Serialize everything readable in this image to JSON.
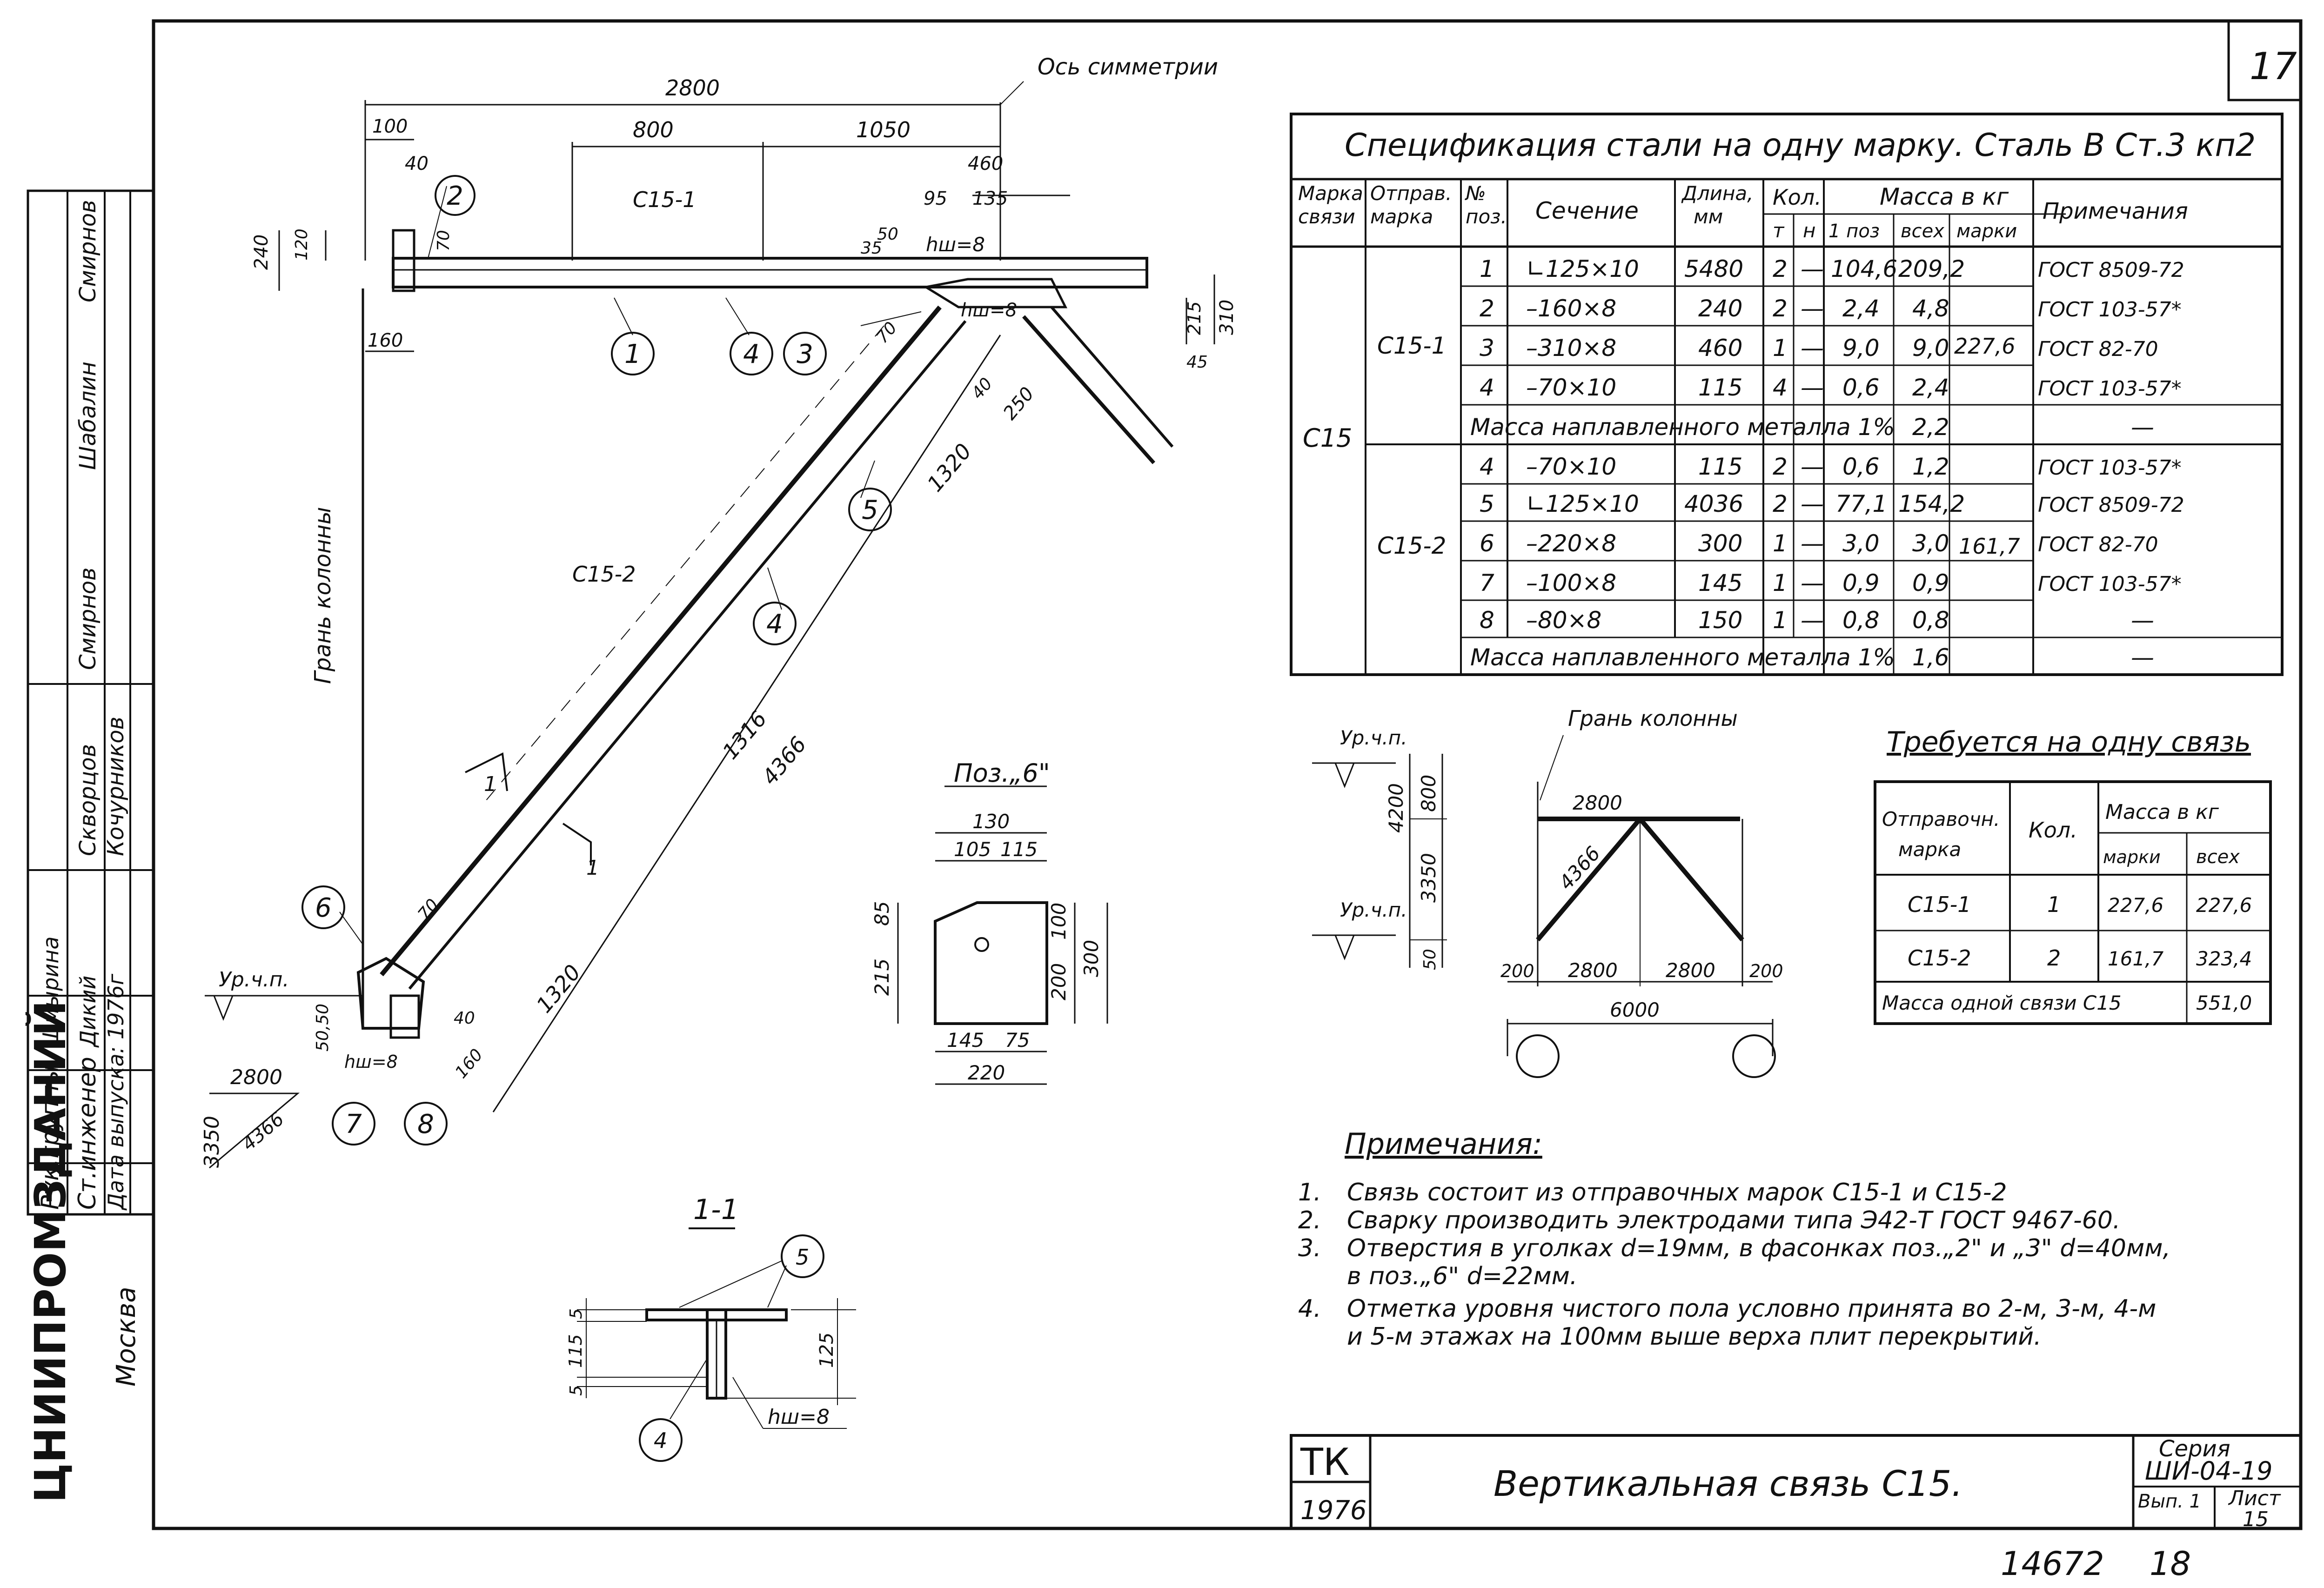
{
  "sheet": {
    "page_number": "17",
    "org": "ЦНИИПРОМЗДАНИЙ",
    "city": "Москва",
    "bottom_number": "14672",
    "bottom_number2": "18",
    "tk": "ТК",
    "year": "1976",
    "title": "Вертикальная связь С15.",
    "series_label": "Серия",
    "series_value": "ШИ-04-19",
    "issue": "Вып. 1",
    "list_label": "Лист",
    "list_value": "15",
    "left_stamp": {
      "r1_role": "Рук.группы",
      "r1_sign": "Шмырина",
      "r2_role": "Ст.инженер",
      "r2_sign": "Дикий",
      "r3_role": "Дата выпуска: 1976г",
      "col_a1": "Скворцов",
      "col_a2": "Кочурников",
      "col_b": "Смирнов",
      "col_c": "Шабалин",
      "col_d": "Смирнов"
    }
  },
  "drawing": {
    "axis_symmetry": "Ось симметрии",
    "column_face": "Грань колонны",
    "floor_level": "Ур.ч.п.",
    "mark_c15_1": "С15-1",
    "mark_c15_2": "С15-2",
    "hw": "hш=8",
    "cut_mark": "1",
    "dims": {
      "d2800": "2800",
      "d100": "100",
      "d40": "40",
      "d800": "800",
      "d1050": "1050",
      "d460": "460",
      "d95": "95",
      "d135": "135",
      "d35": "35",
      "d50": "50",
      "d240": "240",
      "d120": "120",
      "d70": "70",
      "d160": "160",
      "d215": "215",
      "d310": "310",
      "d45": "45",
      "d250": "250",
      "d1320": "1320",
      "d1316": "1316",
      "d4366": "4366",
      "d3350": "3350",
      "d5050": "50,50"
    },
    "positions": [
      "1",
      "2",
      "3",
      "4",
      "5",
      "6",
      "7",
      "8"
    ]
  },
  "pos6": {
    "title": "Поз.„6\"",
    "d130": "130",
    "d105": "105",
    "d115": "115",
    "d85": "85",
    "d215": "215",
    "d100": "100",
    "d200": "200",
    "d300": "300",
    "d145": "145",
    "d75": "75",
    "d220": "220"
  },
  "section11": {
    "title": "1-1",
    "pos5": "5",
    "pos4": "4",
    "d5a": "5",
    "d115": "115",
    "d5b": "5",
    "d125": "125",
    "hw": "hш=8"
  },
  "scheme": {
    "column_face": "Грань колонны",
    "level1": "Ур.ч.п.",
    "level2": "Ур.ч.п.",
    "d2800top": "2800",
    "d4366": "4366",
    "d4200": "4200",
    "d800": "800",
    "d3350": "3350",
    "d50": "50",
    "d200a": "200",
    "d2800a": "2800",
    "d2800b": "2800",
    "d200b": "200",
    "d6000": "6000"
  },
  "spec": {
    "title": "Спецификация  стали  на одну  марку.    Сталь В Ст.3 кп2",
    "headers": {
      "mark_link": "Марка связи",
      "ship_mark": "Отправ. марка",
      "pos": "№ поз.",
      "section": "Сечение",
      "length": "Длина, мм",
      "qty": "Кол.",
      "qty_t": "т",
      "qty_n": "н",
      "mass": "Масса  в  кг",
      "mass_1": "1 поз",
      "mass_all": "всех",
      "mass_mark": "марки",
      "note": "Примечания"
    },
    "mark_link_value": "С15",
    "groups": [
      {
        "ship_mark": "С15-1",
        "mark_mass": "227,6",
        "rows": [
          {
            "pos": "1",
            "section": "∟125×10",
            "length": "5480",
            "t": "2",
            "n": "—",
            "m1": "104,6",
            "mall": "209,2",
            "note": "ГОСТ 8509-72"
          },
          {
            "pos": "2",
            "section": "–160×8",
            "length": "240",
            "t": "2",
            "n": "—",
            "m1": "2,4",
            "mall": "4,8",
            "note": "ГОСТ 103-57*"
          },
          {
            "pos": "3",
            "section": "–310×8",
            "length": "460",
            "t": "1",
            "n": "—",
            "m1": "9,0",
            "mall": "9,0",
            "note": "ГОСТ 82-70"
          },
          {
            "pos": "4",
            "section": "–70×10",
            "length": "115",
            "t": "4",
            "n": "—",
            "m1": "0,6",
            "mall": "2,4",
            "note": "ГОСТ 103-57*"
          }
        ],
        "weld_label": "Масса наплавленного металла 1%",
        "weld_value": "2,2",
        "weld_note": "—"
      },
      {
        "ship_mark": "С15-2",
        "mark_mass": "161,7",
        "rows": [
          {
            "pos": "4",
            "section": "–70×10",
            "length": "115",
            "t": "2",
            "n": "—",
            "m1": "0,6",
            "mall": "1,2",
            "note": "ГОСТ 103-57*"
          },
          {
            "pos": "5",
            "section": "∟125×10",
            "length": "4036",
            "t": "2",
            "n": "—",
            "m1": "77,1",
            "mall": "154,2",
            "note": "ГОСТ 8509-72"
          },
          {
            "pos": "6",
            "section": "–220×8",
            "length": "300",
            "t": "1",
            "n": "—",
            "m1": "3,0",
            "mall": "3,0",
            "note": "ГОСТ 82-70"
          },
          {
            "pos": "7",
            "section": "–100×8",
            "length": "145",
            "t": "1",
            "n": "—",
            "m1": "0,9",
            "mall": "0,9",
            "note": "ГОСТ 103-57*"
          },
          {
            "pos": "8",
            "section": "–80×8",
            "length": "150",
            "t": "1",
            "n": "—",
            "m1": "0,8",
            "mall": "0,8",
            "note": "—"
          }
        ],
        "weld_label": "Масса наплавленного металла 1%",
        "weld_value": "1,6",
        "weld_note": "—"
      }
    ]
  },
  "required": {
    "title": "Требуется  на одну связь",
    "h_mark": "Отправочн. марка",
    "h_qty": "Кол.",
    "h_mass": "Масса в кг",
    "h_mass_mark": "марки",
    "h_mass_all": "всех",
    "rows": [
      {
        "mark": "С15-1",
        "qty": "1",
        "m_mark": "227,6",
        "m_all": "227,6"
      },
      {
        "mark": "С15-2",
        "qty": "2",
        "m_mark": "161,7",
        "m_all": "323,4"
      }
    ],
    "total_label": "Масса одной связи С15",
    "total_value": "551,0"
  },
  "notes": {
    "title": "Примечания:",
    "items": [
      {
        "n": "1.",
        "text": "Связь состоит из отправочных марок С15-1 и С15-2"
      },
      {
        "n": "2.",
        "text": "Сварку производить электродами типа Э42-Т ГОСТ 9467-60."
      },
      {
        "n": "3.",
        "text": "Отверстия в уголках d=19мм, в фасонках поз.„2\" и „3\" d=40мм,"
      },
      {
        "n": "",
        "text": "в поз.„6\" d=22мм."
      },
      {
        "n": "4.",
        "text": "Отметка уровня чистого пола условно принята во 2-м, 3-м, 4-м"
      },
      {
        "n": "",
        "text": "и 5-м  этажах на 100мм выше верха плит перекрытий."
      }
    ]
  }
}
